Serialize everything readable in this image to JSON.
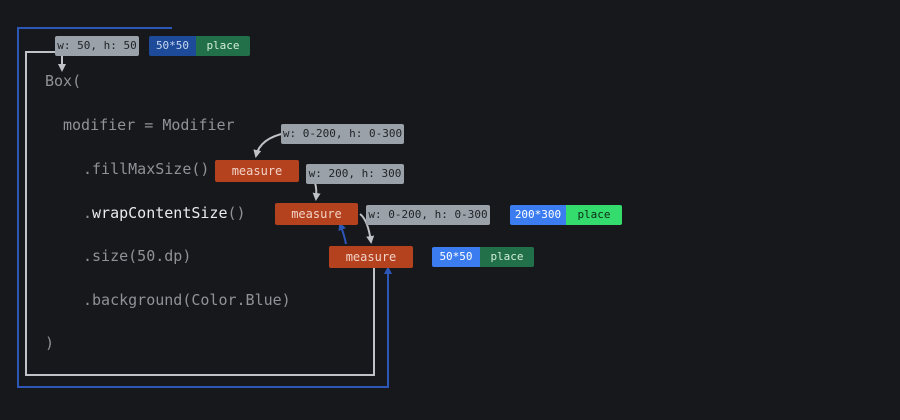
{
  "code": {
    "box_open": "Box(",
    "modifier_line": "modifier = Modifier",
    "fill_max_size": ".fillMaxSize()",
    "wrap_prefix": ".",
    "wrap_name": "wrapContentSize",
    "wrap_suffix": "()",
    "size_line": ".size(50.dp)",
    "background_line": ".background(Color.Blue)",
    "box_close": ")"
  },
  "tags": {
    "box_constraint": "w: 50, h: 50",
    "box_size": "50*50",
    "box_place": "place",
    "fill_constraint": "w: 0-200, h: 0-300",
    "fill_measure": "measure",
    "wrap_constraint": "w: 200, h: 300",
    "wrap_measure": "measure",
    "wrap_size": "200*300",
    "wrap_place": "place",
    "size_constraint": "w: 0-200, h: 0-300",
    "size_measure": "measure",
    "size_size": "50*50",
    "size_place": "place"
  },
  "colors": {
    "background": "#16181b",
    "code_text": "#8f9296",
    "code_highlight": "#e8eaed",
    "constraint_tag": "#9aa1a8",
    "measure_tag": "#b5421f",
    "size_tag_blue": "#3b7cf0",
    "size_tag_dark": "#1d4a99",
    "place_tag_green": "#21704a",
    "place_tag_bright": "#33dc6c",
    "measure_arrow": "#bfc3c7",
    "placement_arrow": "#2c57b6"
  }
}
